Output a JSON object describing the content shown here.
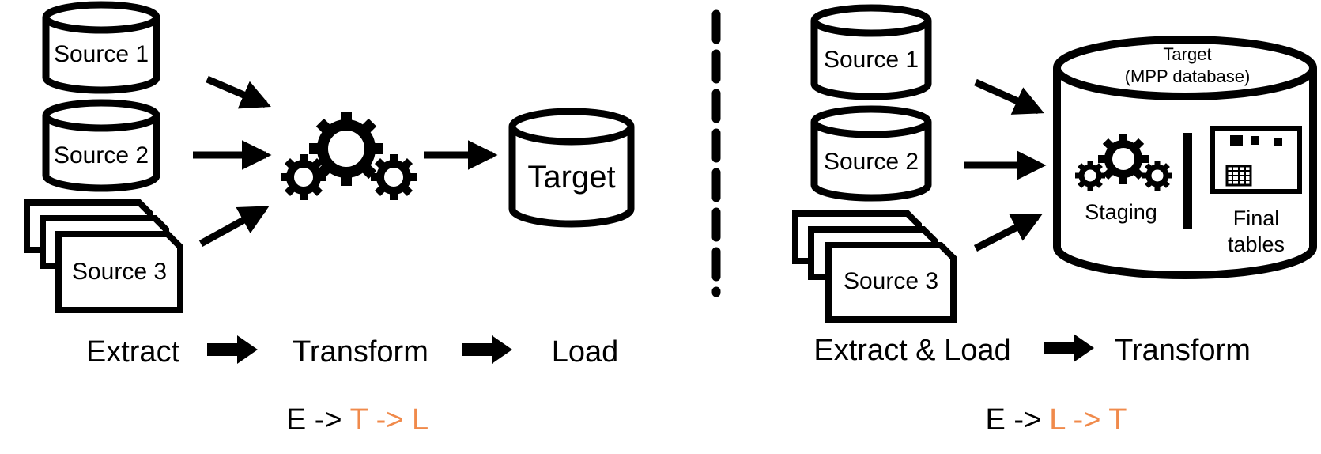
{
  "colors": {
    "ink": "#000000",
    "accent": "#f08a4b"
  },
  "left": {
    "sources": [
      "Source 1",
      "Source 2",
      "Source 3"
    ],
    "target": "Target",
    "steps": [
      "Extract",
      "Transform",
      "Load"
    ],
    "formula": {
      "prefix": "E ->",
      "highlight": "T -> L"
    }
  },
  "right": {
    "sources": [
      "Source 1",
      "Source 2",
      "Source 3"
    ],
    "target_title": "Target",
    "target_subtitle": "(MPP database)",
    "staging": "Staging",
    "final_tables": [
      "Final",
      "tables"
    ],
    "steps": [
      "Extract & Load",
      "Transform"
    ],
    "formula": {
      "prefix": "E ->",
      "highlight": "L -> T"
    }
  },
  "icons": [
    "source-database-icon",
    "source-files-icon",
    "gears-icon",
    "target-database-icon",
    "final-tables-icon",
    "flow-arrow-icon"
  ]
}
